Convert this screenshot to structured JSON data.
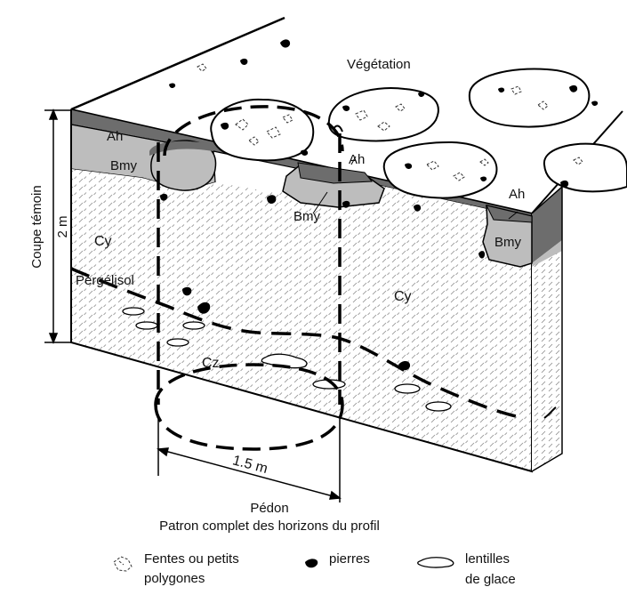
{
  "labels": {
    "vegetation": "Végétation",
    "ah": "Ah",
    "bmy": "Bmy",
    "cy": "Cy",
    "cz": "Cz",
    "pergelisol": "Pergélisol",
    "coupe_temoin": "Coupe témoin",
    "depth": "2 m",
    "width": "1.5 m",
    "pedon": "Pédon",
    "pedon_caption": "Patron complet des horizons du profil"
  },
  "legend": {
    "cracks_line1": "Fentes ou petits",
    "cracks_line2": "polygones",
    "stones": "pierres",
    "ice_line1": "lentilles",
    "ice_line2": "de glace"
  }
}
